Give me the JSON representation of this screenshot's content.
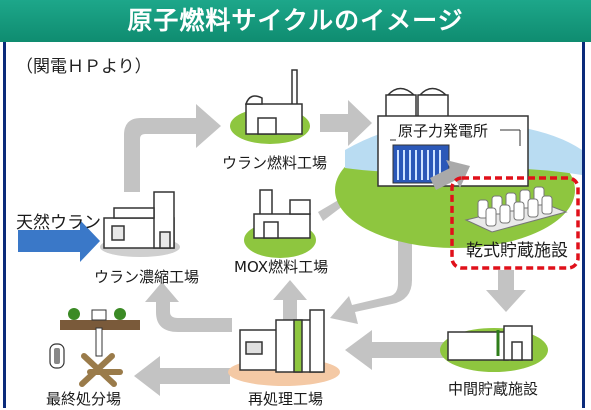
{
  "title": "原子燃料サイクルのイメージ",
  "source": "（関電ＨＰより）",
  "facilities": {
    "natural_uranium": "天然ウラン",
    "enrichment": "ウラン濃縮工場",
    "fuel_fab": "ウラン燃料工場",
    "nuclear_plant": "原子力発電所",
    "dry_storage": "乾式貯蔵施設",
    "interim_storage": "中間貯蔵施設",
    "reprocessing": "再処理工場",
    "mox_fab": "MOX燃料工場",
    "disposal": "最終処分場"
  },
  "colors": {
    "title_bar": "#1aa385",
    "frame_border": "#0a2a7a",
    "flow_arrow": "#c3c3c3",
    "input_arrow": "#3a78c8",
    "highlight": "#e0101a",
    "ground_green": "#8ec63f",
    "water_blue": "#b9dcf2"
  }
}
